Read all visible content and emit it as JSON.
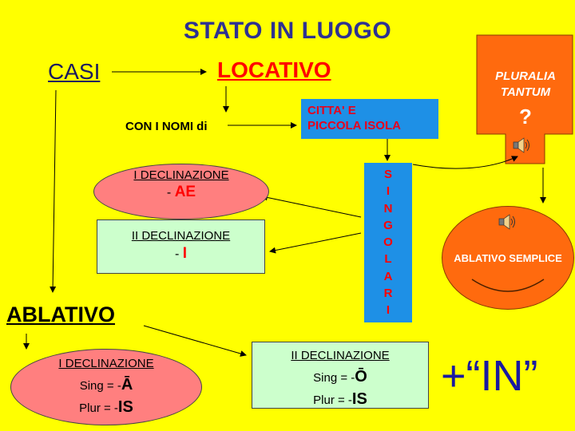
{
  "title": "STATO IN LUOGO",
  "casi": "CASI",
  "locativo": "LOCATIVO",
  "con_nomi": "CON I NOMI di",
  "citta": {
    "line1": "CITTA' E",
    "line2": "PICCOLA ISOLA"
  },
  "singolari": [
    "S",
    "I",
    "N",
    "G",
    "O",
    "L",
    "A",
    "R",
    "I"
  ],
  "locativo_decl1": {
    "title": "I DECLINAZIONE",
    "prefix": "- ",
    "ending": "AE"
  },
  "locativo_decl2": {
    "title": "II DECLINAZIONE",
    "prefix": "- ",
    "ending": "I"
  },
  "ablativo": "ABLATIVO",
  "ablativo_decl1": {
    "title": "I DECLINAZIONE",
    "sing_label": "Sing = -",
    "sing_ending": "Ā",
    "plur_label": "Plur = -",
    "plur_ending": "IS"
  },
  "ablativo_decl2": {
    "title": "II DECLINAZIONE",
    "sing_label": "Sing = -",
    "sing_ending": "Ō",
    "plur_label": "Plur = -",
    "plur_ending": "IS"
  },
  "pluralia": {
    "line1": "PLURALIA",
    "line2": "TANTUM",
    "question": "?"
  },
  "ablativo_semplice": "ABLATIVO SEMPLICE",
  "plus_in": "+“IN”",
  "colors": {
    "background": "#ffff00",
    "title": "#2e3192",
    "accent_red": "#ff0000",
    "box_blue": "#1e90e6",
    "pink": "#ff7f7f",
    "mint": "#ccffcc",
    "orange": "#ff6a0e"
  },
  "icons": [
    "speaker-icon",
    "speaker-icon",
    "speaker-icon"
  ]
}
